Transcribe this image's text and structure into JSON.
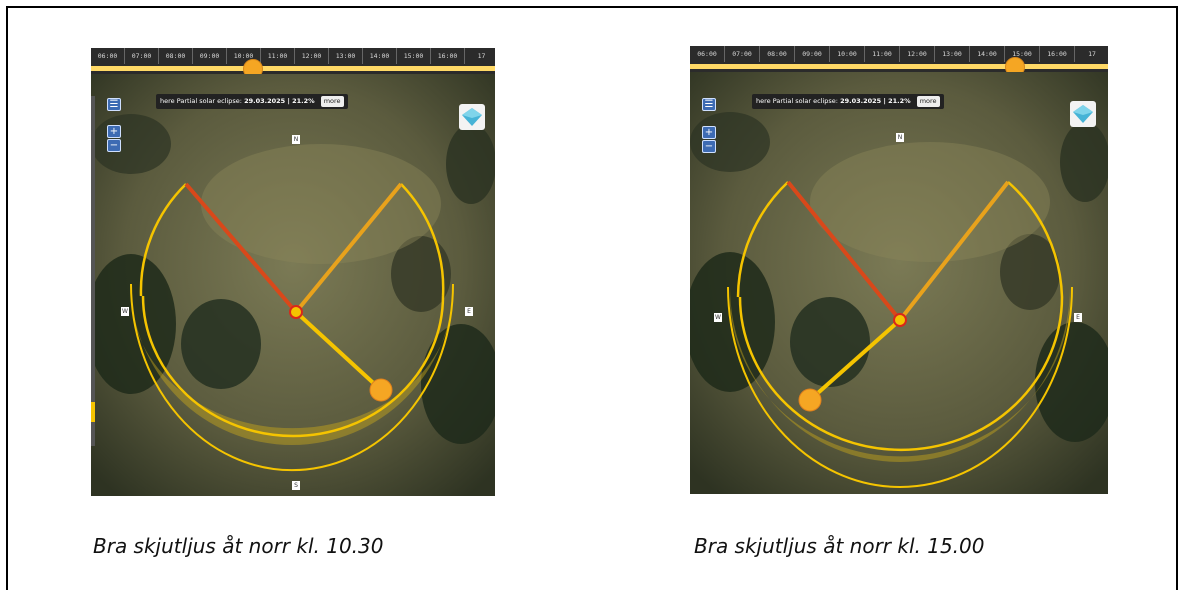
{
  "ticks": [
    "06:00",
    "07:00",
    "08:00",
    "09:00",
    "10:00",
    "11:00",
    "12:00",
    "13:00",
    "14:00",
    "15:00",
    "16:00",
    "17"
  ],
  "left": {
    "selected_time": "10:30",
    "eclipse_info": "here Partial solar eclipse:",
    "eclipse_date": "29.03.2025 | 21.2%",
    "more_label": "more",
    "compass": {
      "n": "N",
      "w": "W",
      "e": "E",
      "s": "S"
    },
    "caption": "Bra skjutljus åt norr kl. 10.30"
  },
  "right": {
    "selected_time": "15:00",
    "eclipse_info": "here Partial solar eclipse:",
    "eclipse_date": "29.03.2025 | 21.2%",
    "more_label": "more",
    "compass": {
      "n": "N",
      "w": "W",
      "e": "E"
    },
    "caption": "Bra skjutljus åt norr kl. 15.00"
  },
  "controls": {
    "menu": "☰",
    "zoom_in": "+",
    "zoom_out": "−"
  },
  "colors": {
    "sun_path": "#f5c400",
    "sun_knob": "#f5a623",
    "sunrise_line": "#e8a21c",
    "sunset_line": "#d9481a",
    "map_base": "#4a4b34"
  }
}
